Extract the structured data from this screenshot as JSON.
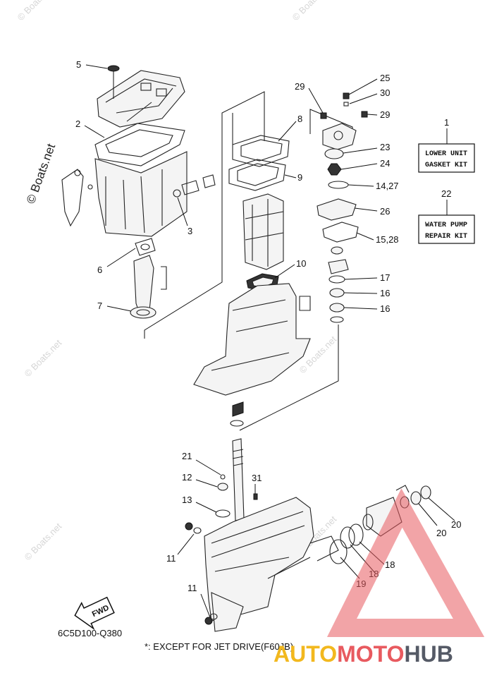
{
  "diagram": {
    "drawing_code": "6C5D100-Q380",
    "footnote": "*: EXCEPT FOR JET DRIVE(F60JB)",
    "fwd_label": "FWD",
    "kits": [
      {
        "number": "1",
        "line1": "LOWER UNIT",
        "line2": "GASKET KIT"
      },
      {
        "number": "22",
        "line1": "WATER PUMP",
        "line2": "REPAIR KIT"
      }
    ],
    "callouts": [
      "5",
      "2",
      "3",
      "6",
      "7",
      "29",
      "25",
      "30",
      "29",
      "8",
      "23",
      "24",
      "9",
      "14,27",
      "26",
      "15,28",
      "10",
      "17",
      "16",
      "16",
      "21",
      "12",
      "31",
      "13",
      "11",
      "11",
      "19",
      "18",
      "18",
      "20",
      "20"
    ]
  },
  "watermarks": {
    "side": "© Boats.net",
    "tile": "© Boats.net"
  },
  "brand": {
    "part1": "AUTO",
    "part2": "MOTO",
    "part3": "HUB"
  },
  "colors": {
    "logo_red": "#e85a5f",
    "logo_yellow": "#f2b81e",
    "logo_gray": "#555a66"
  }
}
